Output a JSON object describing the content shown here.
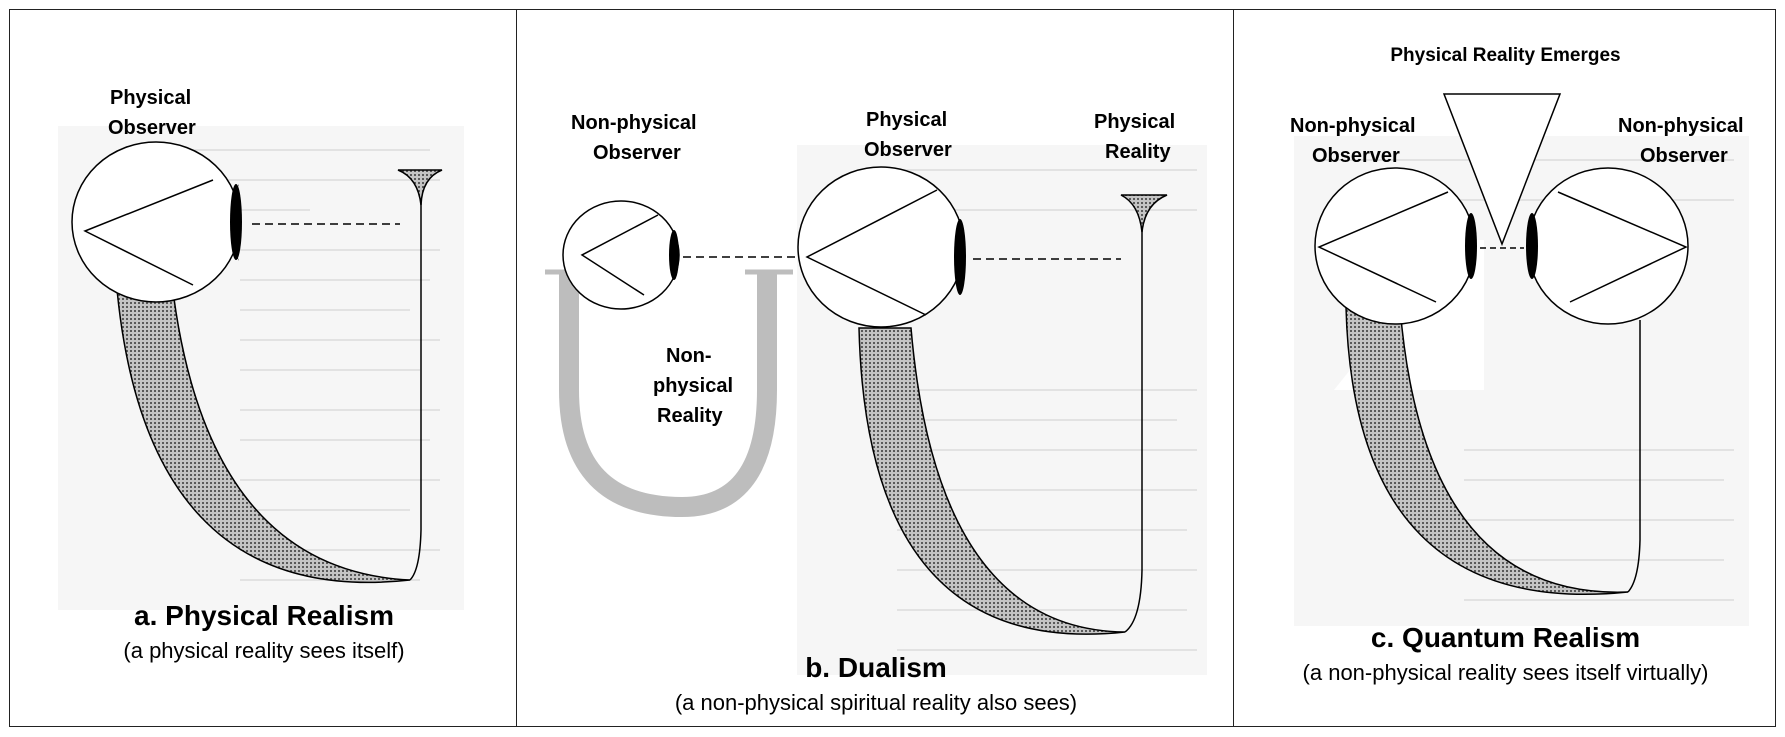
{
  "panel_a": {
    "observer_label_1": "Physical",
    "observer_label_2": "Observer",
    "title": "a. Physical Realism",
    "subtitle": "(a physical reality sees itself)"
  },
  "panel_b": {
    "nonphys_observer_1": "Non-physical",
    "nonphys_observer_2": "Observer",
    "phys_observer_1": "Physical",
    "phys_observer_2": "Observer",
    "phys_reality_1": "Physical",
    "phys_reality_2": "Reality",
    "nonphys_reality_1": "Non-",
    "nonphys_reality_2": "physical",
    "nonphys_reality_3": "Reality",
    "big_letter": "U",
    "title": "b. Dualism",
    "subtitle": "(a non-physical spiritual reality also sees)"
  },
  "panel_c": {
    "emerges_label": "Physical Reality Emerges",
    "left_observer_1": "Non-physical",
    "left_observer_2": "Observer",
    "right_observer_1": "Non-physical",
    "right_observer_2": "Observer",
    "title": "c. Quantum Realism",
    "subtitle": "(a non-physical reality sees itself virtually)"
  },
  "colors": {
    "stroke": "#000000",
    "tube_fill": "#8a8a8a",
    "background_text": "#e4e4e4",
    "big_u": "#bdbdbd"
  }
}
